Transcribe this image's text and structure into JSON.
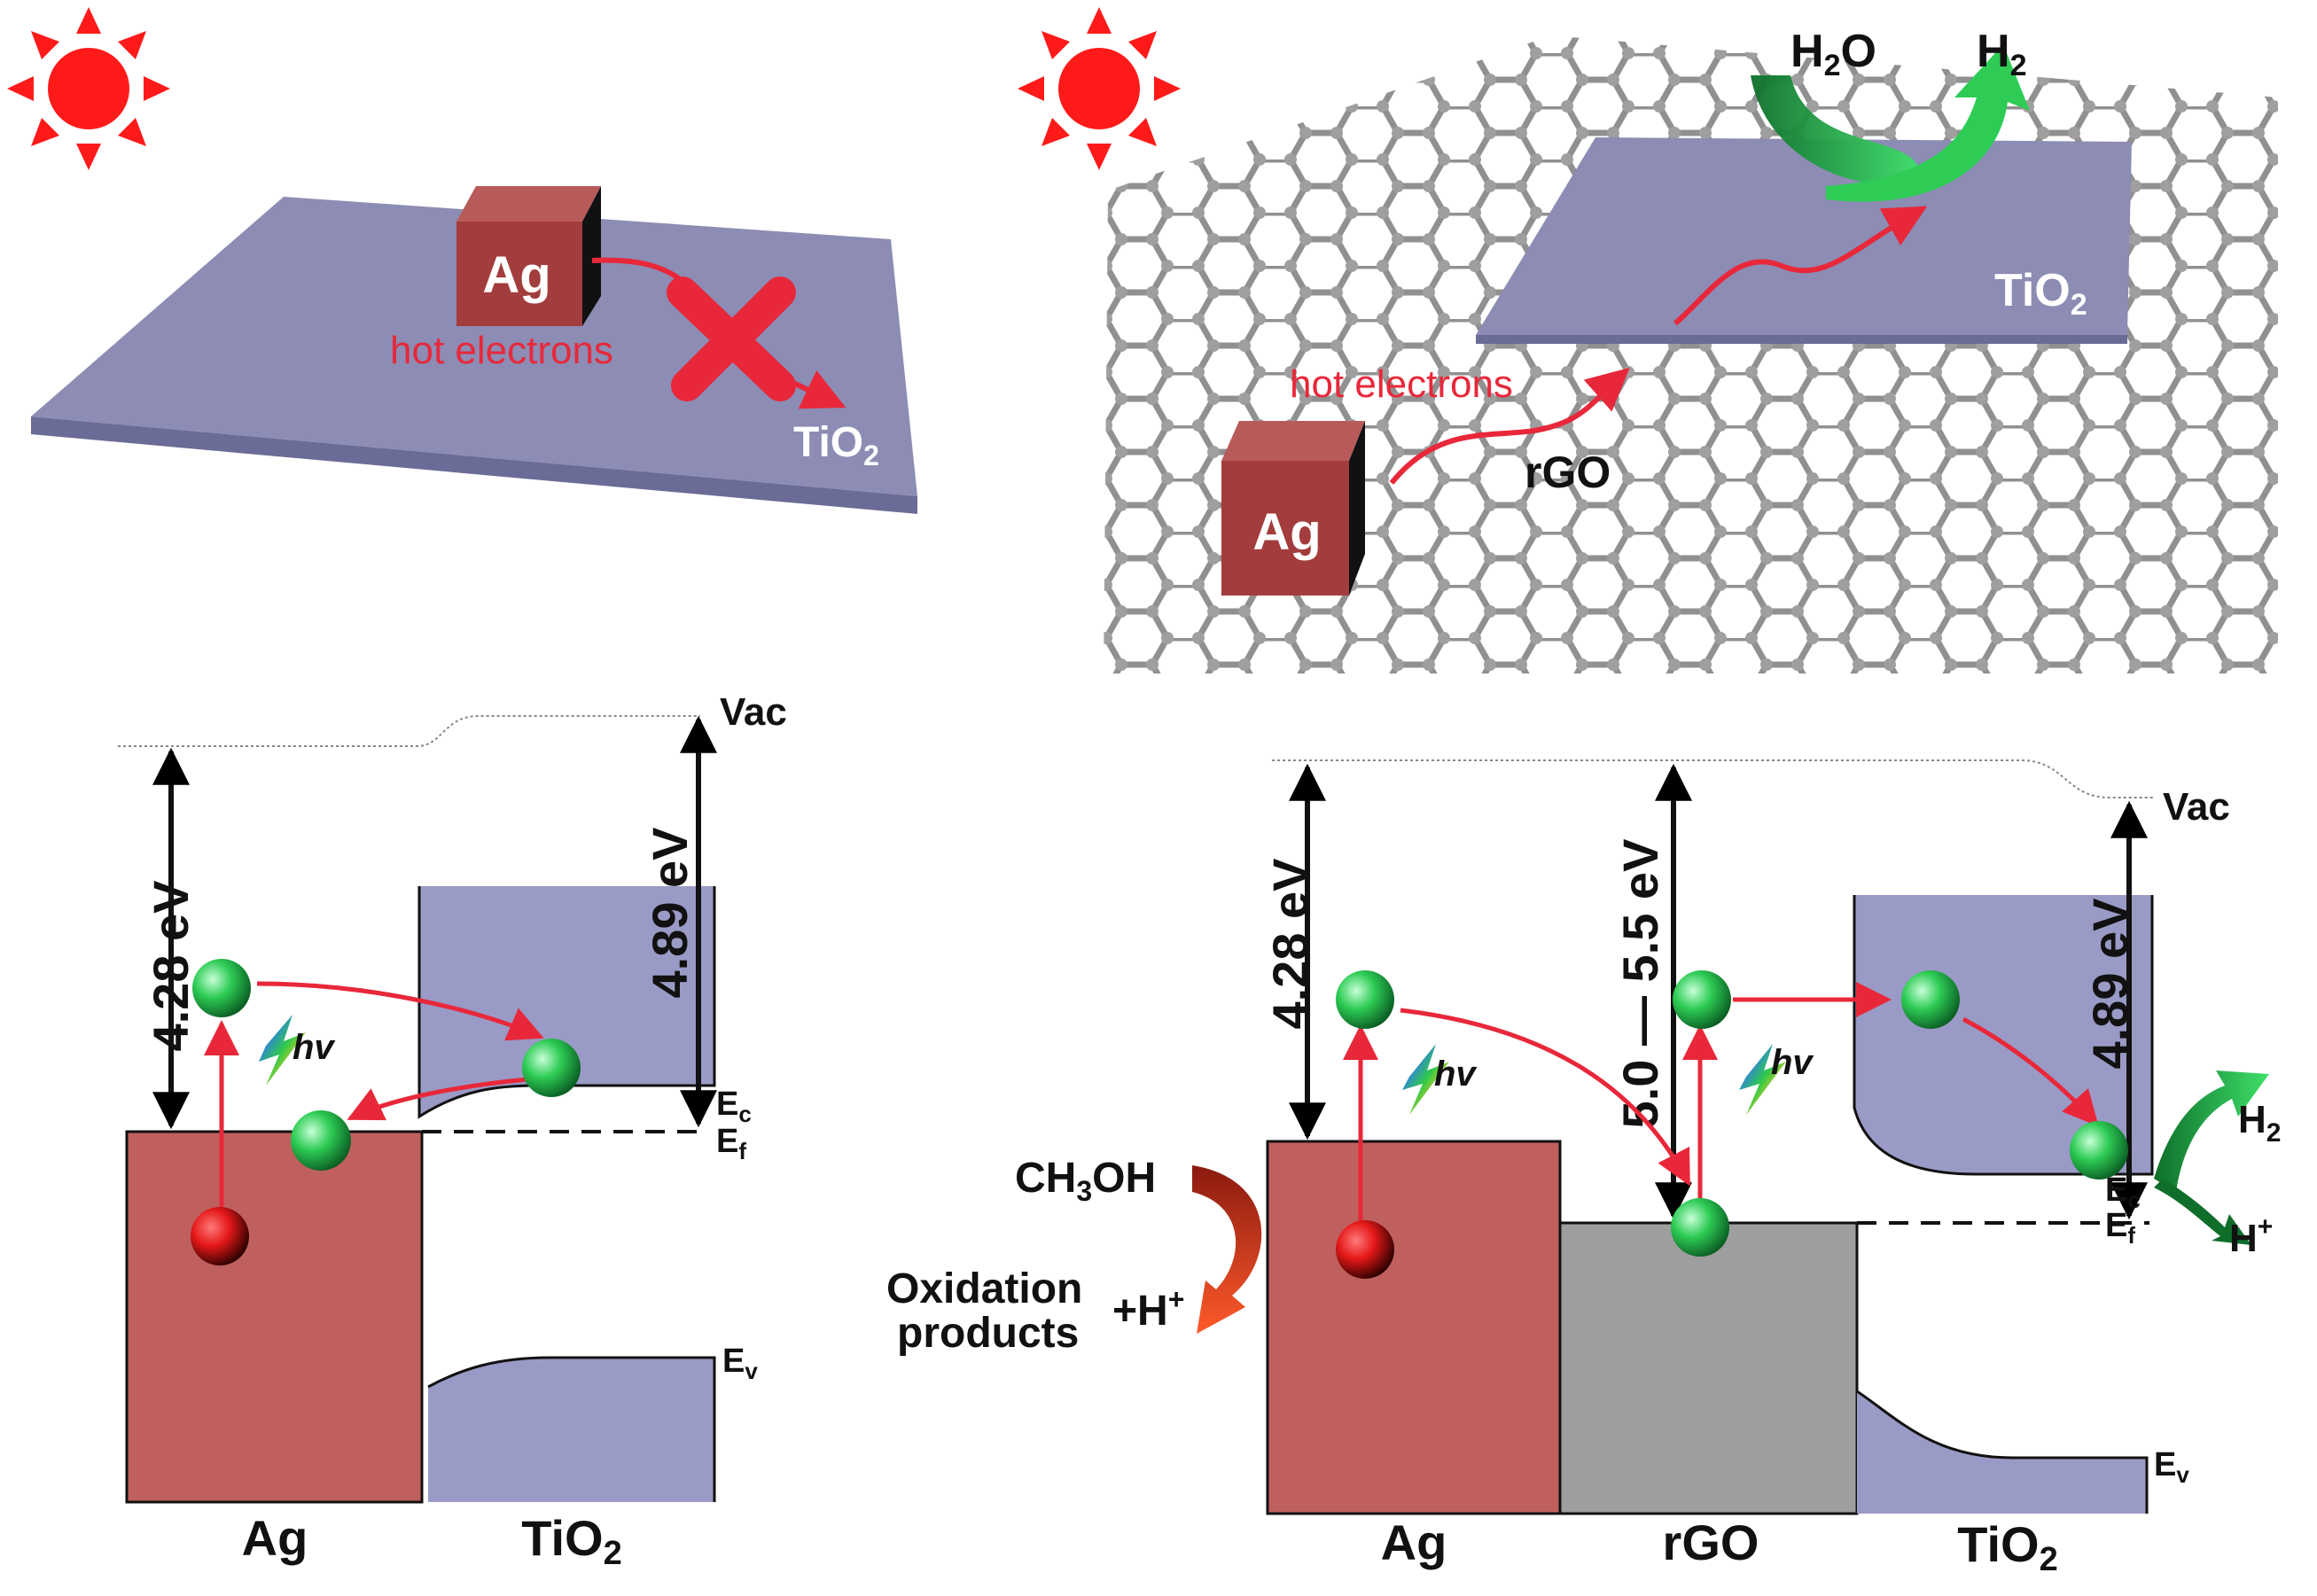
{
  "top_left": {
    "ag_label": "Ag",
    "hot_electrons": "hot electrons",
    "tio2_label": "TiO",
    "tio2_sub": "2"
  },
  "top_right": {
    "h2o": "H",
    "h2o_sub": "2",
    "h2o_tail": "O",
    "h2": "H",
    "h2_sub": "2",
    "tio2_label": "TiO",
    "tio2_sub": "2",
    "hot_electrons": "hot electrons",
    "rgo_label": "rGO",
    "ag_label": "Ag"
  },
  "bottom_left": {
    "vac": "Vac",
    "ag_wf": "4.28 eV",
    "tio2_wf": "4.89 eV",
    "hv": "hv",
    "ec": "E",
    "ec_sub": "c",
    "ef": "E",
    "ef_sub": "f",
    "ev": "E",
    "ev_sub": "v",
    "x_ag": "Ag",
    "x_tio2": "TiO",
    "x_tio2_sub": "2"
  },
  "bottom_right": {
    "vac": "Vac",
    "ag_wf": "4.28 eV",
    "rgo_wf": "5.0 — 5.5 eV",
    "tio2_wf": "4.89 eV",
    "hv1": "hv",
    "hv2": "hv",
    "ch3oh": "CH",
    "ch3oh_sub": "3",
    "ch3oh_tail": "OH",
    "oxidation": "Oxidation",
    "products": "products",
    "hplus_left": "+H",
    "hplus_left_sup": "+",
    "h2": "H",
    "h2_sub": "2",
    "hplus_right": "H",
    "hplus_right_sup": "+",
    "ec": "E",
    "ec_sub": "c",
    "ef": "E",
    "ef_sub": "f",
    "ev": "E",
    "ev_sub": "v",
    "x_ag": "Ag",
    "x_rgo": "rGO",
    "x_tio2": "TiO",
    "x_tio2_sub": "2"
  },
  "colors": {
    "plate": "#8c8cb4",
    "ag_face": "#a33c3c",
    "ag_box": "#c0605e",
    "rgo_box": "#9e9e9e",
    "arrow": "#e8283a",
    "electron": "#2ecc55",
    "hole": "#e51818",
    "green_arrow": "#1f9a3a",
    "sun": "#ff1a1a"
  }
}
